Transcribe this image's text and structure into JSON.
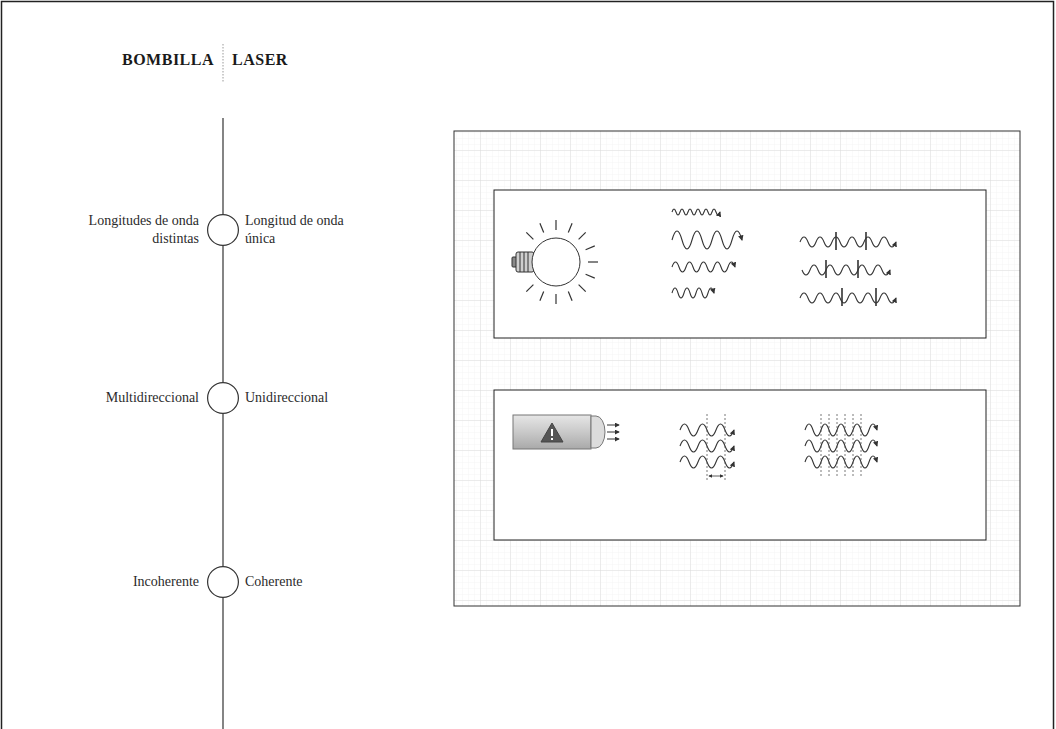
{
  "diagram": {
    "nodes": [
      {
        "text": [
          "Longitudes de onda distintas",
          "Longitud de onda única"
        ]
      },
      {
        "text": [
          "Multidireccional",
          "Unidireccional"
        ]
      },
      {
        "text": [
          "Incoherente",
          "Coherente"
        ]
      }
    ],
    "edges": [
      {
        "from": 0,
        "to": 1,
        "arrow": "none"
      },
      {
        "from": 1,
        "to": 2,
        "arrow": "none"
      }
    ],
    "labels": [
      "BOMBILLA",
      "LASER"
    ]
  }
}
